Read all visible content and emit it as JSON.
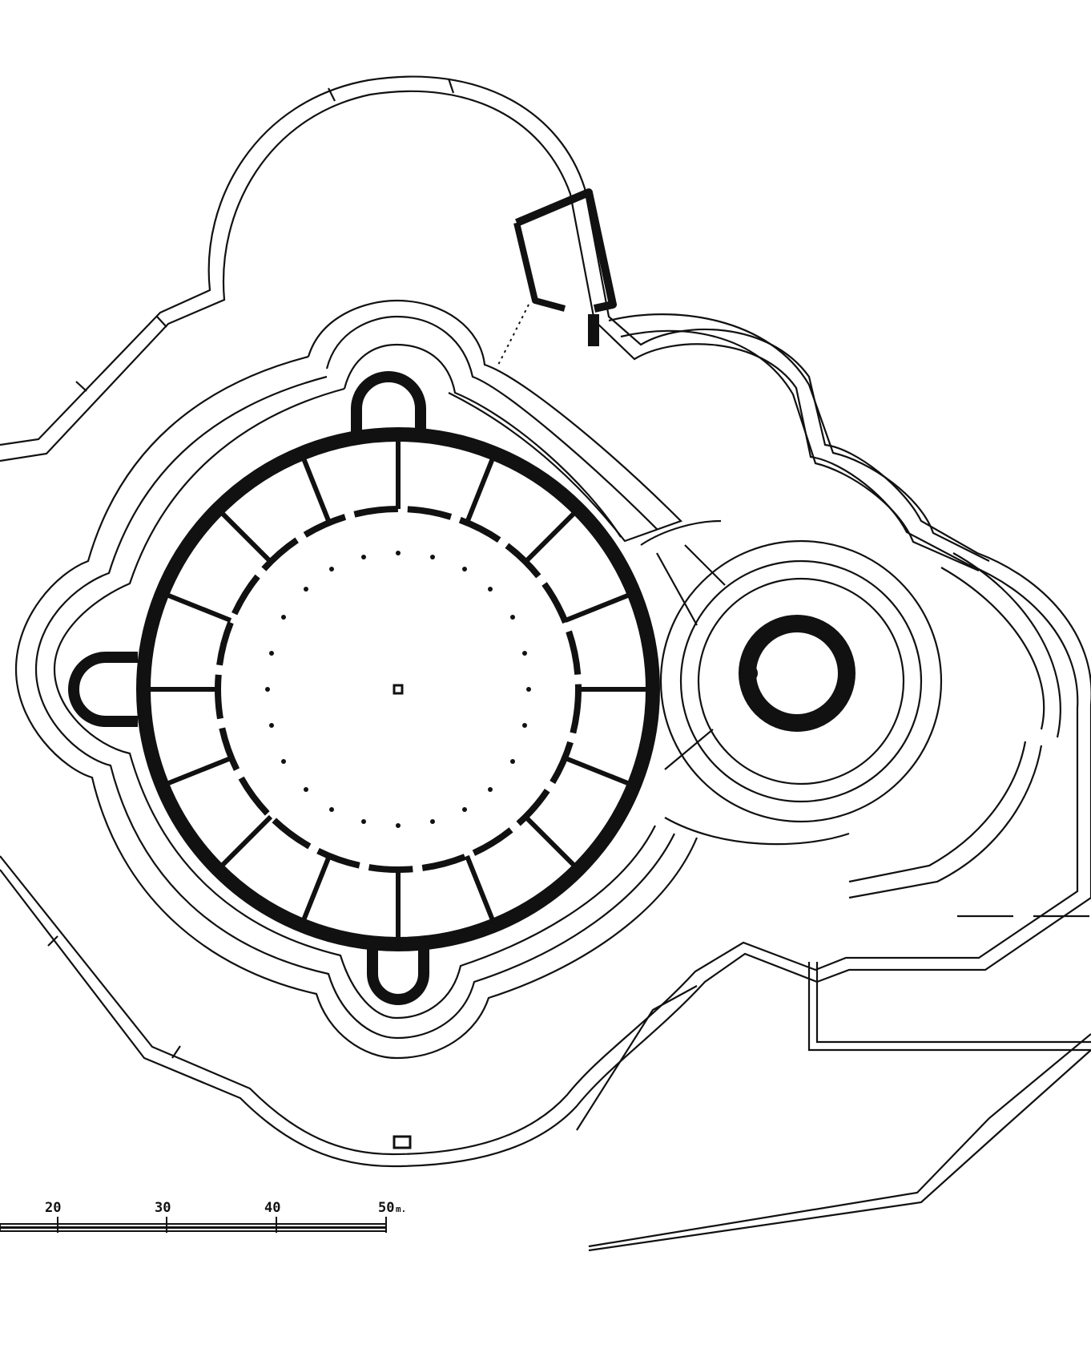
{
  "scale_bar": {
    "ticks": [
      "20",
      "30",
      "40",
      "50"
    ],
    "unit": "m."
  },
  "colors": {
    "ink": "#111111",
    "paper": "#ffffff"
  }
}
